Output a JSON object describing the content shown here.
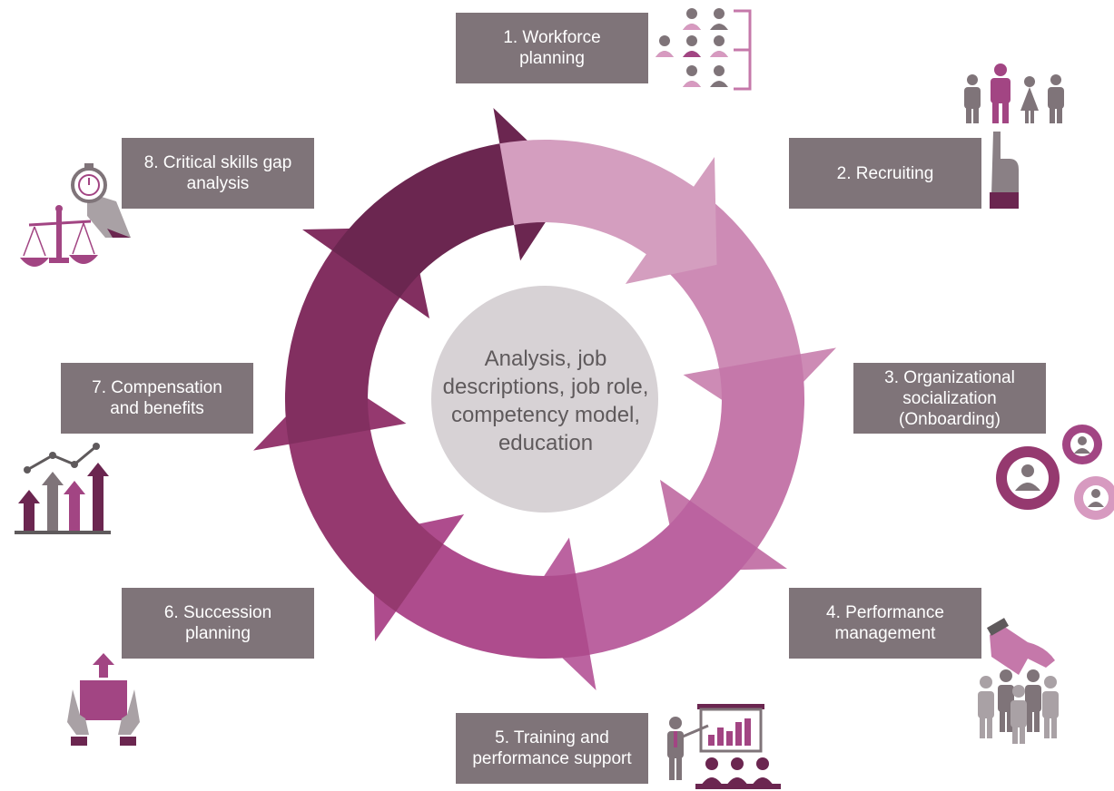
{
  "center": {
    "lines": [
      "Analysis, job",
      "descriptions, job role,",
      "competency model,",
      "education"
    ]
  },
  "steps": [
    {
      "lines": [
        "1. Workforce",
        "planning"
      ]
    },
    {
      "lines": [
        "2. Recruiting"
      ]
    },
    {
      "lines": [
        "3. Organizational",
        "socialization",
        "(Onboarding)"
      ]
    },
    {
      "lines": [
        "4. Performance",
        "management"
      ]
    },
    {
      "lines": [
        "5. Training and",
        "performance support"
      ]
    },
    {
      "lines": [
        "6. Succession",
        "planning"
      ]
    },
    {
      "lines": [
        "7. Compensation",
        "and benefits"
      ]
    },
    {
      "lines": [
        "8. Critical skills gap",
        "analysis"
      ]
    }
  ],
  "colors": {
    "box": "#7f7479",
    "center_circle": "#d7d2d5",
    "arrows": [
      "#d49ebf",
      "#cd8bb5",
      "#c578aa",
      "#bb63a0",
      "#ae4c8d",
      "#95396f",
      "#822f60",
      "#6b2650"
    ],
    "icon_gray": "#7f7479",
    "icon_pink": "#a24583",
    "icon_light": "#d79ac0"
  },
  "icons": [
    "org-chart-icon",
    "recruiting-hand-icon",
    "onboarding-gears-icon",
    "performance-hand-crowd-icon",
    "training-presentation-icon",
    "succession-box-icon",
    "compensation-chart-icon",
    "skills-scale-stopwatch-icon"
  ]
}
